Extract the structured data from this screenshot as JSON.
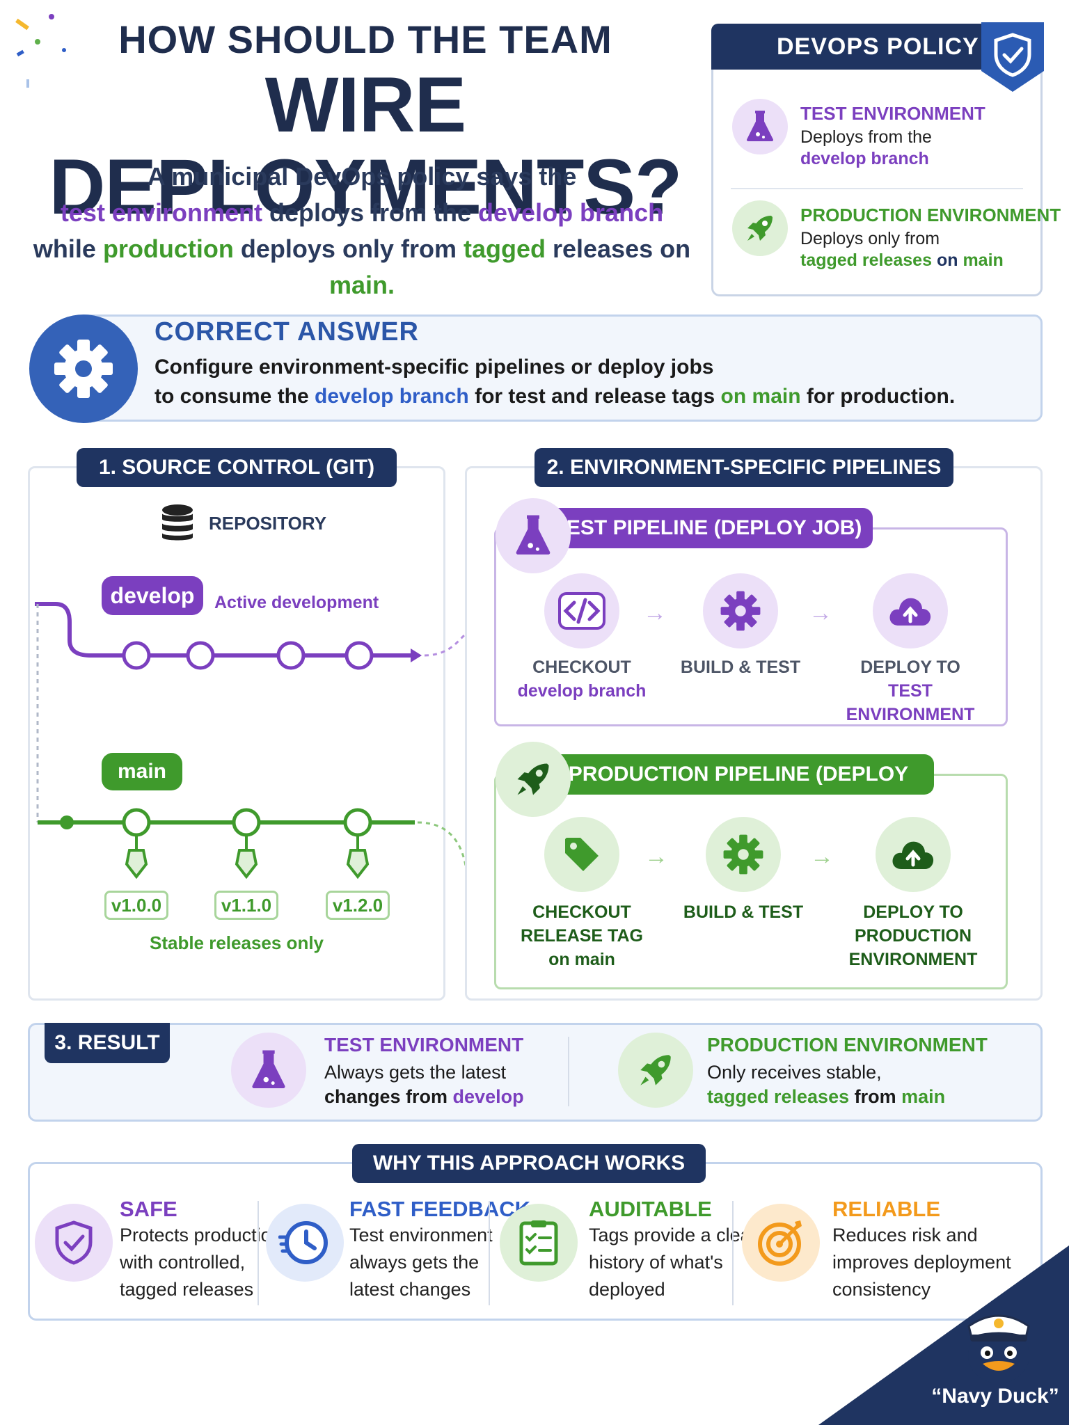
{
  "header": {
    "title_small": "HOW SHOULD THE TEAM",
    "title_big": "WIRE DEPLOYMENTS?",
    "intro_line1": "A municipal DevOps policy says the",
    "intro_line2_a": "test environment",
    "intro_line2_b": " deploys from the ",
    "intro_line2_c": "develop branch",
    "intro_line3_a": "while ",
    "intro_line3_b": "production",
    "intro_line3_c": " deploys only from ",
    "intro_line3_d": "tagged",
    "intro_line3_e": " releases on ",
    "intro_line3_f": "main."
  },
  "policy": {
    "title": "DEVOPS POLICY",
    "test_title": "TEST ENVIRONMENT",
    "test_text": "Deploys from the",
    "test_highlight": "develop branch",
    "prod_title": "PRODUCTION ENVIRONMENT",
    "prod_text": "Deploys only from",
    "prod_highlight_a": "tagged releases",
    "prod_highlight_b": " on ",
    "prod_highlight_c": "main"
  },
  "answer": {
    "title": "CORRECT ANSWER",
    "line1": "Configure environment-specific pipelines or deploy jobs",
    "line2_a": "to consume the ",
    "line2_b": "develop branch",
    "line2_c": " for test and ",
    "line2_d": "release tags",
    "line2_e": " on main",
    "line2_f": " for production."
  },
  "source": {
    "tag": "1. SOURCE CONTROL (GIT)",
    "repo": "REPOSITORY",
    "develop": "develop",
    "develop_note": "Active development",
    "main": "main",
    "versions": [
      "v1.0.0",
      "v1.1.0",
      "v1.2.0"
    ],
    "main_note": "Stable releases only"
  },
  "pipelines": {
    "tag": "2. ENVIRONMENT-SPECIFIC PIPELINES",
    "test_title": "TEST PIPELINE (DEPLOY JOB)",
    "test_s1_a": "CHECKOUT",
    "test_s1_b": "develop branch",
    "test_s2": "BUILD & TEST",
    "test_s3_a": "DEPLOY TO",
    "test_s3_b": "TEST ENVIRONMENT",
    "prod_title": "PRODUCTION PIPELINE (DEPLOY JOB)",
    "prod_s1_a": "CHECKOUT",
    "prod_s1_b": "RELEASE TAG",
    "prod_s1_c": "on main",
    "prod_s2": "BUILD & TEST",
    "prod_s3_a": "DEPLOY TO",
    "prod_s3_b": "PRODUCTION",
    "prod_s3_c": "ENVIRONMENT"
  },
  "result": {
    "tag": "3. RESULT",
    "test_title": "TEST ENVIRONMENT",
    "test_l1": "Always gets the latest",
    "test_l2_a": "changes from ",
    "test_l2_b": "develop",
    "prod_title": "PRODUCTION ENVIRONMENT",
    "prod_l1": "Only receives stable,",
    "prod_l2_a": "tagged releases",
    "prod_l2_b": " from ",
    "prod_l2_c": "main"
  },
  "why": {
    "tag": "WHY THIS APPROACH WORKS",
    "items": [
      {
        "title": "SAFE",
        "lines": [
          "Protects production",
          "with controlled,",
          "tagged releases"
        ]
      },
      {
        "title": "FAST FEEDBACK",
        "lines": [
          "Test environment",
          "always gets the",
          "latest changes"
        ]
      },
      {
        "title": "AUDITABLE",
        "lines": [
          "Tags provide a clear",
          "history of what's",
          "deployed"
        ]
      },
      {
        "title": "RELIABLE",
        "lines": [
          "Reduces risk and",
          "improves deployment",
          "consistency"
        ]
      }
    ]
  },
  "mascot": {
    "label": "“Navy Duck”"
  },
  "colors": {
    "navy": "#1f3461",
    "purple": "#7b3fbf",
    "green": "#3f9a2c",
    "blue": "#2f5ec7",
    "orange": "#f39a1c"
  }
}
